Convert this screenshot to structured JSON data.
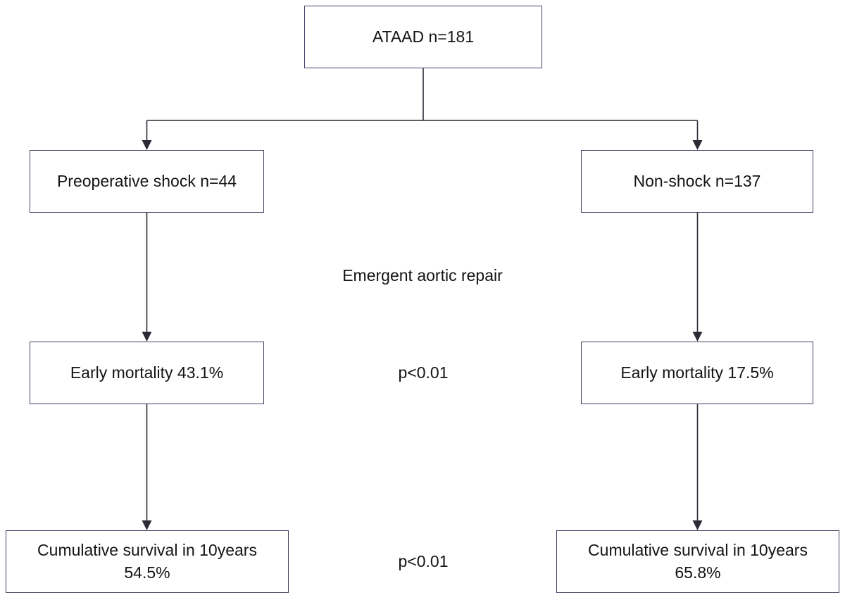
{
  "flowchart": {
    "root": {
      "label": "ATAAD n=181"
    },
    "center_label": "Emergent aortic repair",
    "left_arm": {
      "group_label": "Preoperative shock n=44",
      "early_mortality": "Early mortality 43.1%",
      "survival_line1": "Cumulative survival in 10years",
      "survival_line2": "54.5%"
    },
    "right_arm": {
      "group_label": "Non-shock n=137",
      "early_mortality": "Early mortality 17.5%",
      "survival_line1": "Cumulative survival in 10years",
      "survival_line2": "65.8%"
    },
    "comparisons": {
      "early_mortality_p": "p<0.01",
      "survival_p": "p<0.01"
    },
    "colors": {
      "box_border": "#3e4162",
      "connector": "#2a2b35",
      "text": "#141414",
      "background": "#ffffff"
    }
  }
}
